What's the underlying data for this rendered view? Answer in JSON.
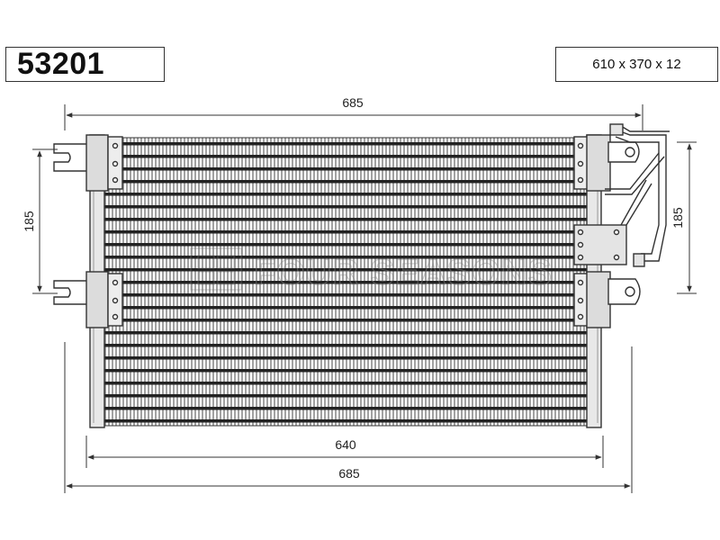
{
  "part_number": "53201",
  "size_label": "610 x 370 x 12",
  "dimensions": {
    "top_width": "685",
    "bottom_inner_width": "640",
    "bottom_outer_width": "685",
    "left_height": "185",
    "right_height": "185"
  },
  "watermark": "FOUR SEASONS",
  "colors": {
    "line": "#333333",
    "fin": "#9a9a9a",
    "tube": "#222222"
  }
}
